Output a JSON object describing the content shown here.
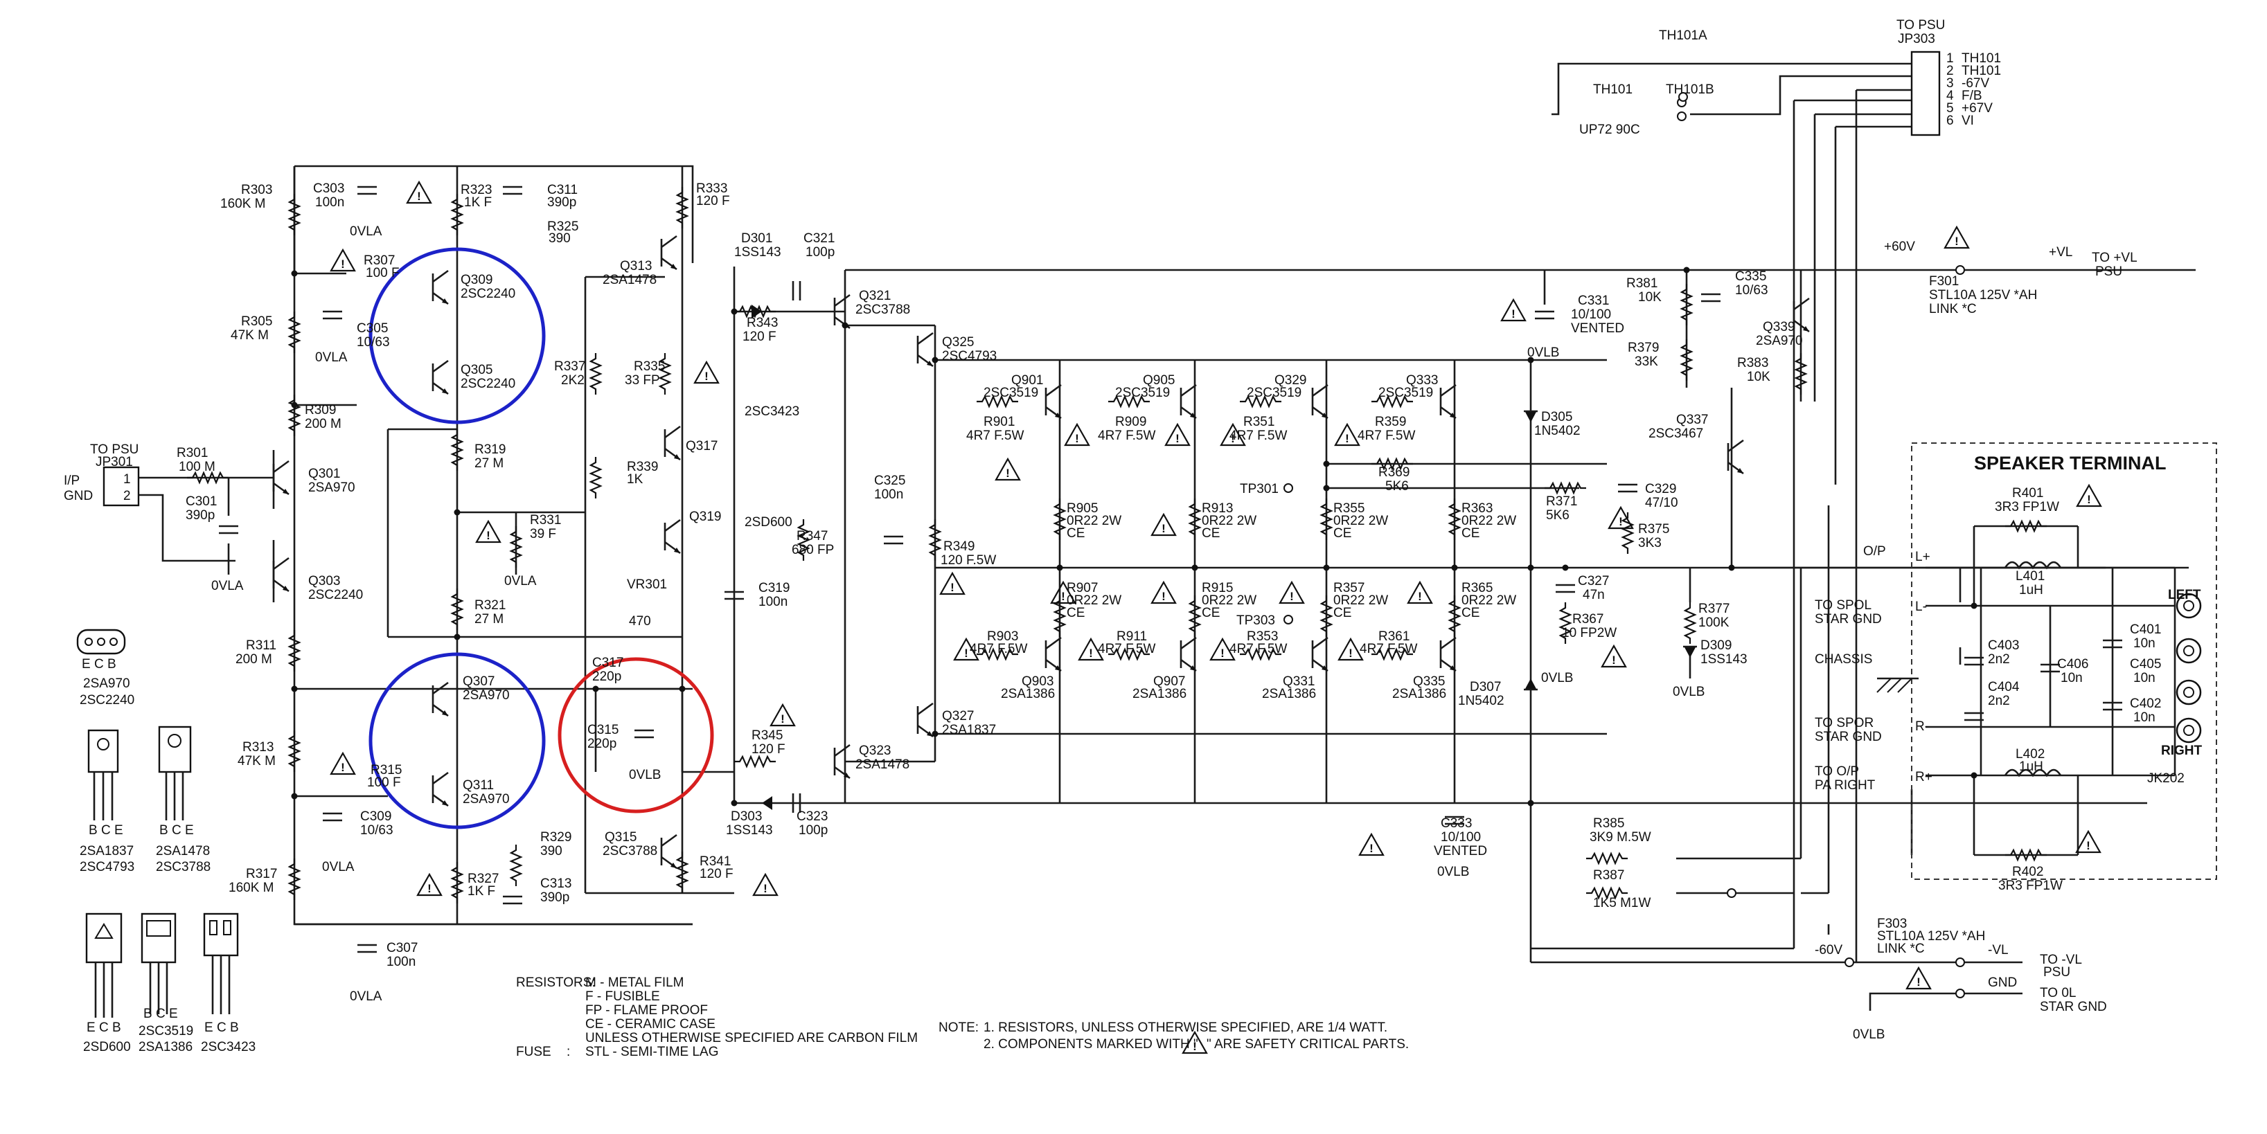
{
  "highlight_colors": {
    "blue": "#1c22c8",
    "red": "#d71f1f"
  },
  "connectors": {
    "psu_out": {
      "to": "TO PSU",
      "ref": "JP303",
      "pins": [
        "1",
        "2",
        "3",
        "4",
        "5",
        "6"
      ],
      "signals": [
        "TH101",
        "TH101",
        "-67V",
        "F/B",
        "+67V",
        "VI"
      ]
    },
    "input": {
      "to": "TO PSU",
      "ref": "JP301",
      "pins": [
        "1",
        "2"
      ],
      "labels": [
        "I/P",
        "GND"
      ]
    }
  },
  "thermal": {
    "a": "TH101A",
    "b": "TH101B",
    "th": "TH101",
    "sw": "UP72 90C"
  },
  "rails": {
    "pos_v": "+60V",
    "pos_label": "+VL",
    "pos_dest": [
      "TO +VL",
      "PSU"
    ],
    "f301": [
      "F301",
      "STL10A 125V *AH",
      "LINK *C"
    ],
    "neg_v": "-60V",
    "neg_label": "-VL",
    "neg_dest": [
      "TO -VL",
      "PSU"
    ],
    "f303": [
      "F303",
      "STL10A 125V *AH",
      "LINK *C"
    ],
    "gnd": "GND",
    "gnd_dest": [
      "TO 0L",
      "STAR GND"
    ],
    "ovlb": "0VLB"
  },
  "parts": {
    "R303": [
      "R303",
      "160K M"
    ],
    "C303": [
      "C303",
      "100n"
    ],
    "R323": [
      "R323",
      "1K F"
    ],
    "C311": [
      "C311",
      "390p"
    ],
    "R325": [
      "R325",
      "390"
    ],
    "R333": [
      "R333",
      "120 F"
    ],
    "R307": [
      "R307",
      "100 F"
    ],
    "Q309": [
      "Q309",
      "2SC2240"
    ],
    "Q305": [
      "Q305",
      "2SC2240"
    ],
    "C305": [
      "C305",
      "10/63"
    ],
    "R305": [
      "R305",
      "47K M"
    ],
    "R309": [
      "R309",
      "200 M"
    ],
    "R319": [
      "R319",
      "27 M"
    ],
    "R301": [
      "R301",
      "100 M"
    ],
    "C301": [
      "C301",
      "390p"
    ],
    "Q301": [
      "Q301",
      "2SA970"
    ],
    "Q303": [
      "Q303",
      "2SC2240"
    ],
    "R331": [
      "R331",
      "39 F"
    ],
    "R321": [
      "R321",
      "27 M"
    ],
    "R311": [
      "R311",
      "200 M"
    ],
    "Q307": [
      "Q307",
      "2SA970"
    ],
    "R313": [
      "R313",
      "47K M"
    ],
    "R315": [
      "R315",
      "100 F"
    ],
    "Q311": [
      "Q311",
      "2SA970"
    ],
    "C309": [
      "C309",
      "10/63"
    ],
    "R317": [
      "R317",
      "160K M"
    ],
    "R329": [
      "R329",
      "390"
    ],
    "R327": [
      "R327",
      "1K F"
    ],
    "C313": [
      "C313",
      "390p"
    ],
    "C307": [
      "C307",
      "100n"
    ],
    "Q313": [
      "Q313",
      "2SA1478"
    ],
    "R337": [
      "R337",
      "2K2"
    ],
    "R335": [
      "R335",
      "33 FP"
    ],
    "Q317": [
      "Q317"
    ],
    "R339": [
      "R339",
      "1K"
    ],
    "Q319": [
      "Q319"
    ],
    "VR301": [
      "VR301",
      "470"
    ],
    "C317": [
      "C317",
      "220p"
    ],
    "C315": [
      "C315",
      "220p"
    ],
    "Q315": [
      "Q315",
      "2SC3788"
    ],
    "R341": [
      "R341",
      "120 F"
    ],
    "D301": [
      "D301",
      "1SS143"
    ],
    "C321": [
      "C321",
      "100p"
    ],
    "R343": [
      "R343",
      "120 F"
    ],
    "Q321": [
      "Q321",
      "2SC3788"
    ],
    "Q325": [
      "Q325",
      "2SC4793"
    ],
    "C319": [
      "C319",
      "100n"
    ],
    "R345": [
      "R345",
      "120 F"
    ],
    "Q323": [
      "Q323",
      "2SA1478"
    ],
    "D303": [
      "D303",
      "1SS143"
    ],
    "C323": [
      "C323",
      "100p"
    ],
    "Q327": [
      "Q327",
      "2SA1837"
    ],
    "R347": [
      "R347",
      "680 FP"
    ],
    "C325": [
      "C325",
      "100n"
    ],
    "R349": [
      "R349",
      "120 F.5W"
    ],
    "Q901": [
      "Q901",
      "2SC3519"
    ],
    "Q905": [
      "Q905",
      "2SC3519"
    ],
    "Q329": [
      "Q329",
      "2SC3519"
    ],
    "Q333": [
      "Q333",
      "2SC3519"
    ],
    "R901": [
      "R901",
      "4R7 F.5W"
    ],
    "R909": [
      "R909",
      "4R7 F.5W"
    ],
    "R351": [
      "R351",
      "4R7 F.5W"
    ],
    "R359": [
      "R359",
      "4R7 F.5W"
    ],
    "R905": [
      "R905",
      "0R22 2W",
      "CE"
    ],
    "R913": [
      "R913",
      "0R22 2W",
      "CE"
    ],
    "R355": [
      "R355",
      "0R22 2W",
      "CE"
    ],
    "R363": [
      "R363",
      "0R22 2W",
      "CE"
    ],
    "R907": [
      "R907",
      "0R22 2W",
      "CE"
    ],
    "R915": [
      "R915",
      "0R22 2W",
      "CE"
    ],
    "R357": [
      "R357",
      "0R22 2W",
      "CE"
    ],
    "R365": [
      "R365",
      "0R22 2W",
      "CE"
    ],
    "R903": [
      "R903",
      "4R7 F.5W"
    ],
    "R911": [
      "R911",
      "4R7 F.5W"
    ],
    "R353": [
      "R353",
      "4R7 F.5W"
    ],
    "R361": [
      "R361",
      "4R7 F.5W"
    ],
    "Q903": [
      "Q903",
      "2SA1386"
    ],
    "Q907": [
      "Q907",
      "2SA1386"
    ],
    "Q331": [
      "Q331",
      "2SA1386"
    ],
    "Q335": [
      "Q335",
      "2SA1386"
    ],
    "TP301": [
      "TP301"
    ],
    "TP303": [
      "TP303"
    ],
    "R369": [
      "R369",
      "5K6"
    ],
    "R371": [
      "R371",
      "5K6"
    ],
    "C329": [
      "C329",
      "47/10"
    ],
    "R375": [
      "R375",
      "3K3"
    ],
    "D305": [
      "D305",
      "1N5402"
    ],
    "D307": [
      "D307",
      "1N5402"
    ],
    "C331": [
      "C331",
      "10/100",
      "VENTED"
    ],
    "C333": [
      "C333",
      "10/100",
      "VENTED"
    ],
    "R381": [
      "R381",
      "10K"
    ],
    "C335": [
      "C335",
      "10/63"
    ],
    "Q339": [
      "Q339",
      "2SA970"
    ],
    "R379": [
      "R379",
      "33K"
    ],
    "R383": [
      "R383",
      "10K"
    ],
    "Q337": [
      "Q337",
      "2SC3467"
    ],
    "C327": [
      "C327",
      "47n"
    ],
    "R367": [
      "R367",
      "10 FP2W"
    ],
    "R377": [
      "R377",
      "100K"
    ],
    "D309": [
      "D309",
      "1SS143"
    ],
    "R385": [
      "R385",
      "3K9 M.5W"
    ],
    "R387": [
      "R387",
      "1K5 M1W"
    ]
  },
  "misc": {
    "ovla": "0VLA",
    "ovlb": "0VLB",
    "op": "O/P",
    "pa": "2SC3423",
    "sd": "2SD600",
    "to_spol": [
      "TO SPOL",
      "STAR GND"
    ],
    "chassis": "CHASSIS",
    "to_spor": [
      "TO SPOR",
      "STAR GND"
    ],
    "to_op": [
      "TO O/P",
      "PA RIGHT"
    ]
  },
  "speaker": {
    "title": "SPEAKER TERMINAL",
    "R401": [
      "R401",
      "3R3 FP1W"
    ],
    "L401": [
      "L401",
      "1uH"
    ],
    "L402": [
      "L402",
      "1uH"
    ],
    "R402": [
      "R402",
      "3R3 FP1W"
    ],
    "C401": [
      "C401",
      "10n"
    ],
    "C402": [
      "C402",
      "10n"
    ],
    "C403": [
      "C403",
      "2n2"
    ],
    "C404": [
      "C404",
      "2n2"
    ],
    "C405": [
      "C405",
      "10n"
    ],
    "C406": [
      "C406",
      "10n"
    ],
    "terms": [
      "L+",
      "L-",
      "R-",
      "R+"
    ],
    "left": "LEFT",
    "right": "RIGHT",
    "jack": "JK202"
  },
  "pinouts": [
    {
      "pins": "E C B",
      "parts": [
        "2SA970",
        "2SC2240"
      ]
    },
    {
      "pins": "B C E",
      "parts": [
        "2SA1837",
        "2SC4793"
      ]
    },
    {
      "pins": "B C E",
      "parts": [
        "2SA1478",
        "2SC3788"
      ]
    },
    {
      "pins": "E C B",
      "parts": [
        "2SD600"
      ]
    },
    {
      "pins": "B C E",
      "parts": [
        "2SC3519",
        "2SA1386"
      ]
    },
    {
      "pins": "E C B",
      "parts": [
        "2SC3423"
      ]
    }
  ],
  "resistor_legend": {
    "heading": "RESISTORS:",
    "lines": [
      "M - METAL FILM",
      "F - FUSIBLE",
      "FP - FLAME PROOF",
      "CE - CERAMIC CASE",
      "UNLESS OTHERWISE SPECIFIED ARE CARBON FILM"
    ],
    "fuse_heading": "FUSE",
    "fuse_line": "STL - SEMI-TIME LAG"
  },
  "notes": {
    "heading": "NOTE:",
    "line1": "1. RESISTORS, UNLESS OTHERWISE SPECIFIED, ARE 1/4 WATT.",
    "line2a": "2. COMPONENTS MARKED WITH \"",
    "line2b": "\" ARE SAFETY CRITICAL PARTS."
  }
}
